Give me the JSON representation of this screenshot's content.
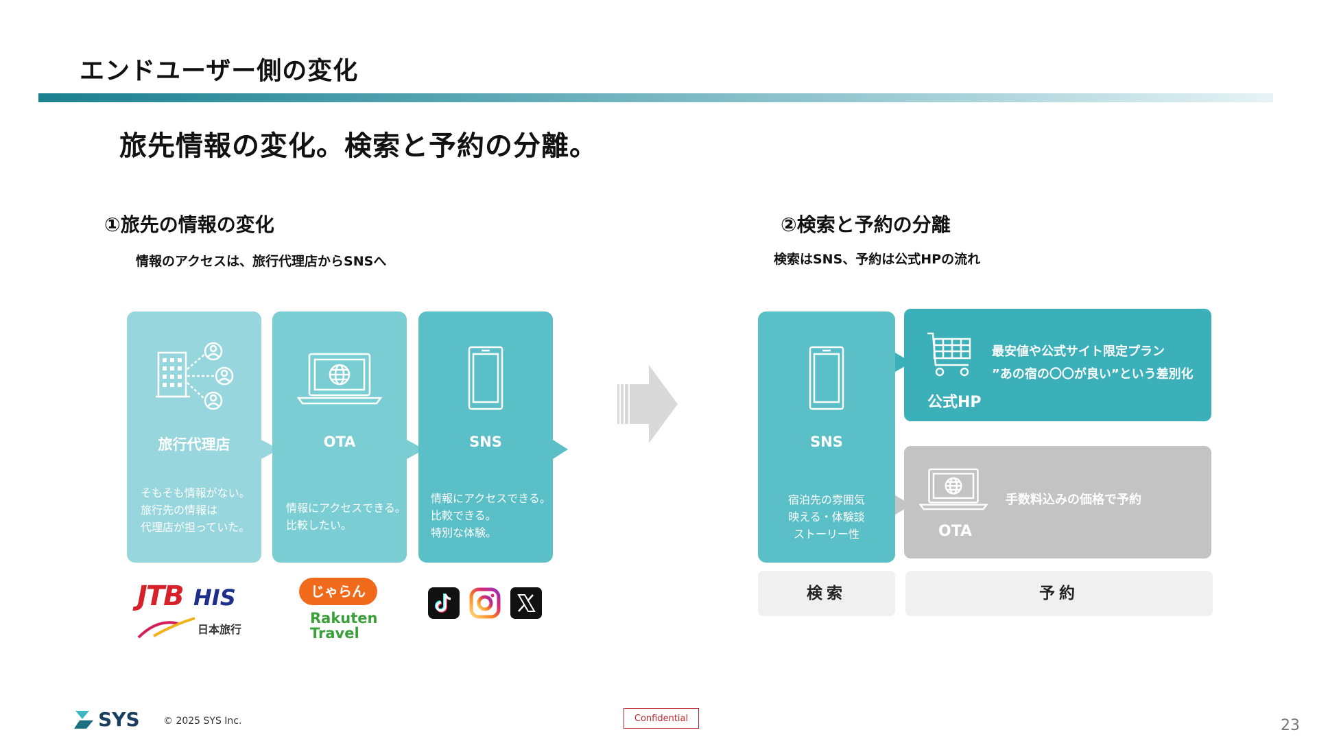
{
  "page": {
    "title": "エンドユーザー側の変化",
    "headline": "旅先情報の変化。検索と予約の分離。"
  },
  "section1": {
    "title": "①旅先の情報の変化",
    "subtitle": "情報のアクセスは、旅行代理店からSNSへ",
    "cards": [
      {
        "label": "旅行代理店",
        "desc": "そもそも情報がない。\n旅行先の情報は\n代理店が担っていた。",
        "icon": "building-network-icon",
        "color": "#97d6dc"
      },
      {
        "label": "OTA",
        "desc": "情報にアクセスできる。\n比較したい。",
        "icon": "laptop-globe-icon",
        "color": "#7acdd3"
      },
      {
        "label": "SNS",
        "desc": "情報にアクセスできる。\n比較できる。\n特別な体験。",
        "icon": "smartphone-icon",
        "color": "#5bbfc7"
      }
    ],
    "logos": {
      "agency": [
        "JTB",
        "HIS",
        "日本旅行"
      ],
      "ota": [
        "じゃらん",
        "Rakuten",
        "Travel"
      ],
      "sns": [
        "tiktok-icon",
        "instagram-icon",
        "x-icon"
      ]
    }
  },
  "section2": {
    "title": "②検索と予約の分離",
    "subtitle": "検索はSNS、予約は公式HPの流れ",
    "sns_card": {
      "label": "SNS",
      "desc": "宿泊先の雰囲気\n映える・体験談\nストーリー性",
      "icon": "smartphone-icon",
      "color": "#5bbfc7"
    },
    "official": {
      "label": "公式HP",
      "text": "最安値や公式サイト限定プラン\n”あの宿の〇〇が良い”という差別化",
      "icon": "cart-icon",
      "color": "#3bb0b9"
    },
    "ota": {
      "label": "OTA",
      "text": "手数料込みの価格で予約",
      "icon": "laptop-globe-icon",
      "color": "#c3c3c3"
    },
    "stages": {
      "search": "検索",
      "booking": "予約"
    }
  },
  "footer": {
    "brand": "SYS",
    "copyright": "©  2025    SYS Inc.",
    "confidential": "Confidential",
    "page_number": "23"
  }
}
